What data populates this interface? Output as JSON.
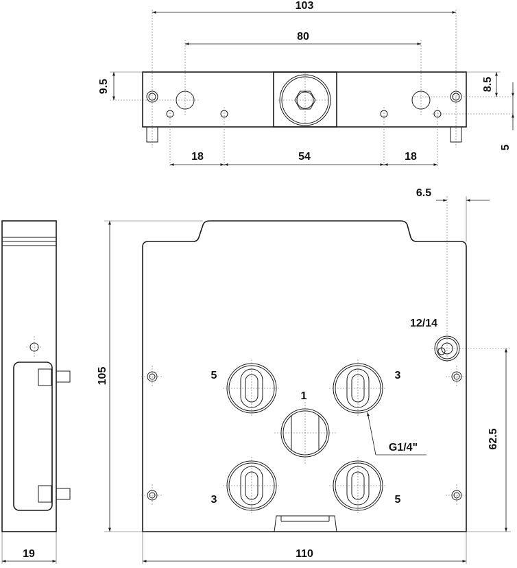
{
  "top_view": {
    "dim_overall_width": "103",
    "dim_port_spacing": "80",
    "dim_left_height": "9.5",
    "dim_right_height": "8.5",
    "dim_right_offset": "5",
    "dim_left_hole": "18",
    "dim_middle_holes": "54",
    "dim_right_hole": "18"
  },
  "front_view": {
    "dim_height": "105",
    "dim_width": "110",
    "dim_pilot_offset": "6.5",
    "dim_pilot_height": "62.5",
    "port_pilot": "12/14",
    "port_supply": "1",
    "port_left_upper": "5",
    "port_right_upper": "3",
    "port_left_lower": "3",
    "port_right_lower": "5",
    "thread_label": "G1/4\""
  },
  "side_view": {
    "dim_thickness": "19"
  }
}
